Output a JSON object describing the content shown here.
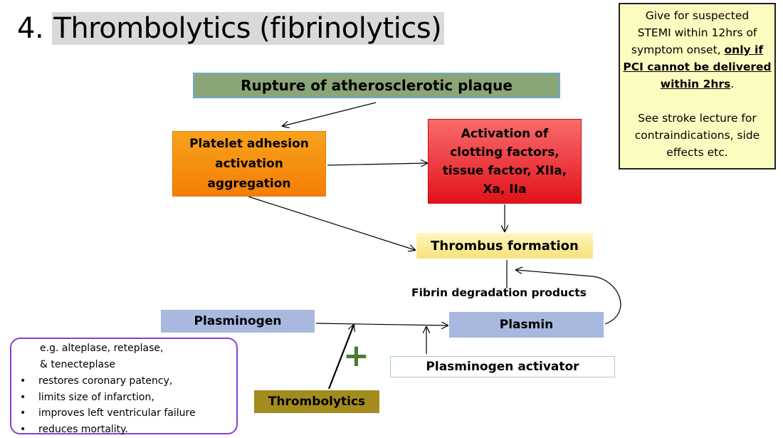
{
  "slide": {
    "title_number": "4.",
    "title_text": "Thrombolytics (fibrinolytics)"
  },
  "boxes": {
    "rupture": "Rupture of atherosclerotic plaque",
    "platelet": [
      "Platelet adhesion",
      "activation",
      "aggregation"
    ],
    "clotting": [
      "Activation of",
      "clotting factors,",
      "tissue factor, XIIa,",
      "Xa, IIa"
    ],
    "thrombus": "Thrombus formation",
    "fibrin_products": "Fibrin degradation products",
    "plasminogen": "Plasminogen",
    "plasmin": "Plasmin",
    "plasminogen_activator": "Plasminogen activator",
    "thrombolytics": "Thrombolytics",
    "plus_sign": "+"
  },
  "note": {
    "line1": "Give for suspected",
    "line2": "STEMI within 12hrs of",
    "line3_pre": "symptom onset, ",
    "line3_ul": "only if",
    "line4_ul": "PCI cannot be delivered",
    "line5_ul": "within 2hrs",
    "line5_post": ".",
    "line6": "See stroke lecture for",
    "line7": "contraindications, side",
    "line8": "effects etc."
  },
  "examples": {
    "line1": "e.g. alteplase, reteplase,",
    "line2": "& tenecteplase",
    "bullet": "•",
    "bullets": [
      "restores coronary patency,",
      "limits size of infarction,",
      "improves left ventricular failure",
      "reduces mortality."
    ]
  },
  "colors": {
    "rupture": "#8aa577",
    "platelet": "#f47e06",
    "clotting": "#e2121c",
    "thrombus": "#f8e27a",
    "plasmin": "#a8b8df",
    "thrombolytics": "#a38c1e",
    "plus": "#4e7a32",
    "note_bg": "#fcfbc0",
    "examples_border": "#8a40d4"
  }
}
